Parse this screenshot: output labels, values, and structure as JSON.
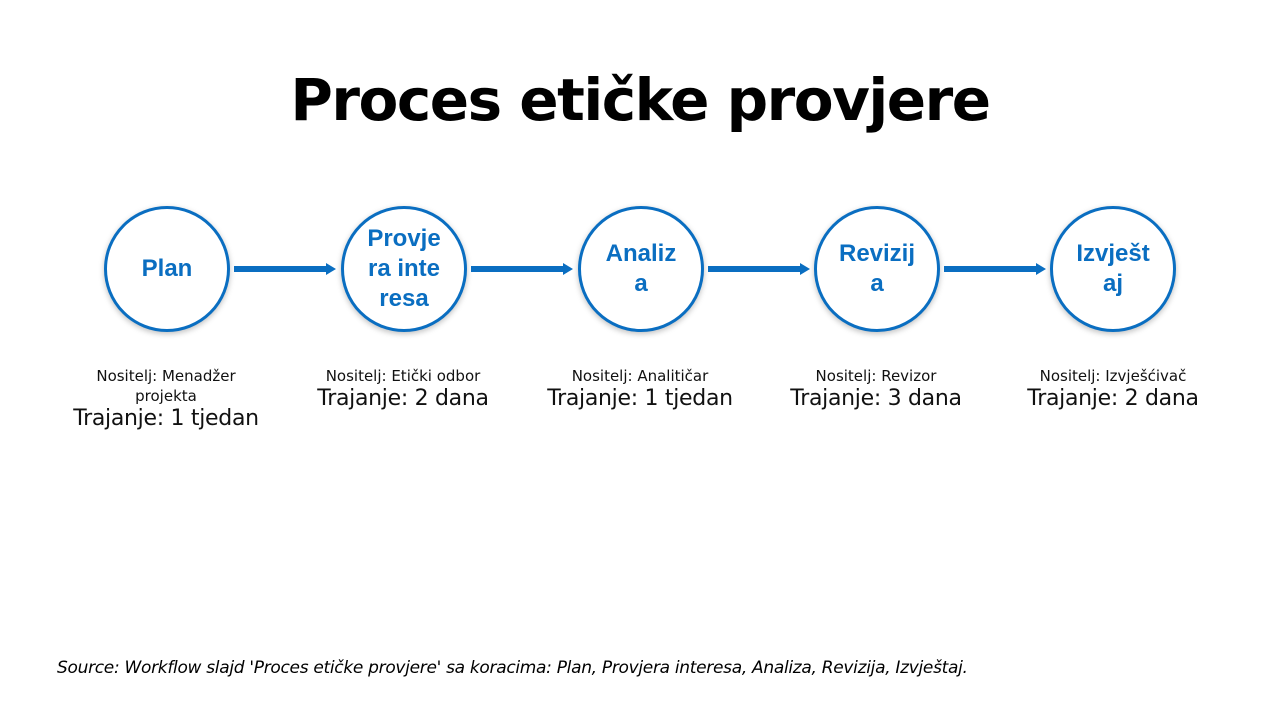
{
  "title": "Proces etičke provjere",
  "colors": {
    "accent": "#0a6ec1",
    "text": "#000000",
    "background": "#ffffff"
  },
  "steps": [
    {
      "label": "Plan",
      "owner": "Nositelj: Menadžer projekta",
      "duration": "Trajanje: 1 tjedan"
    },
    {
      "label": "Provjera interesa",
      "owner": "Nositelj: Etički odbor",
      "duration": "Trajanje: 2 dana"
    },
    {
      "label": "Analiza",
      "owner": "Nositelj: Analitičar",
      "duration": "Trajanje: 1 tjedan"
    },
    {
      "label": "Revizija",
      "owner": "Nositelj: Revizor",
      "duration": "Trajanje: 3 dana"
    },
    {
      "label": "Izvještaj",
      "owner": "Nositelj: Izvješćivač",
      "duration": "Trajanje: 2 dana"
    }
  ],
  "source": "Source: Workflow slajd 'Proces etičke provjere' sa koracima: Plan, Provjera interesa, Analiza, Revizija, Izvještaj."
}
